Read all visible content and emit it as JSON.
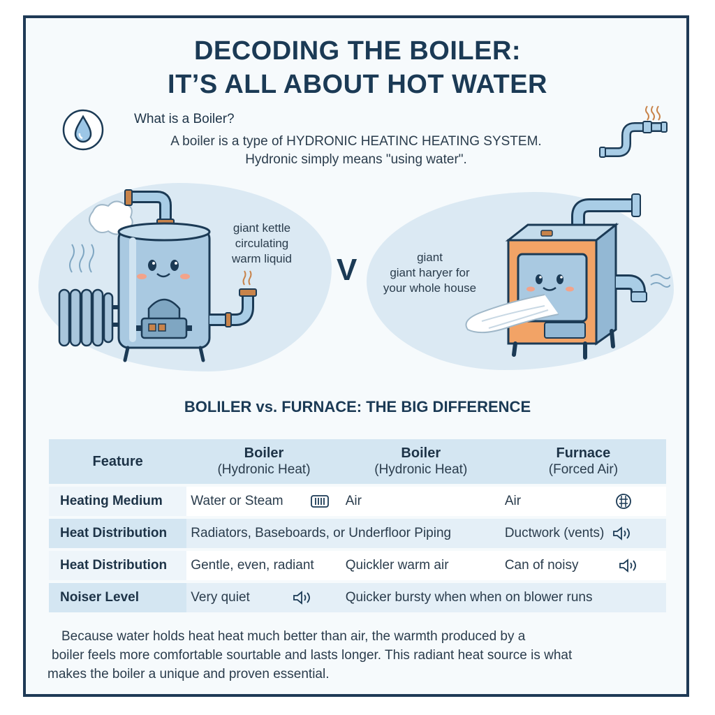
{
  "header": {
    "title_line1": "DECODING THE BOILER:",
    "title_line2": "IT’S ALL ABOUT HOT WATER"
  },
  "intro": {
    "question": "What is a Boiler?",
    "line1": "A boiler is a type of HYDRONIC HEATINC HEATING SYSTEM.",
    "line2": "Hydronic simply means \"using water\".",
    "icon": "water-drop-icon"
  },
  "illustrations": {
    "boiler_caption": [
      "giant kettle",
      "circulating",
      "warm liquid"
    ],
    "vs_label": "V",
    "furnace_caption": [
      "giant",
      "giant haryer for",
      "your whole house"
    ]
  },
  "comparison": {
    "heading": "BOLILER vs. FURNACE: THE BIG DIFFERENCE",
    "columns": [
      {
        "title": "Feature",
        "subtitle": ""
      },
      {
        "title": "Boiler",
        "subtitle": "(Hydronic Heat)"
      },
      {
        "title": "Boiler",
        "subtitle": "(Hydronic Heat)"
      },
      {
        "title": "Furnace",
        "subtitle": "(Forced Air)"
      }
    ],
    "rows": [
      {
        "feature": "Heating Medium",
        "c1": "Water or Steam",
        "c2": "Air",
        "c3": "Air"
      },
      {
        "feature": "Heat Distribution",
        "c1": "Radiators, Baseboards,  or Underfloor Piping",
        "c2": "",
        "c3": "Ductwork (vents)"
      },
      {
        "feature": "Heat Distribution",
        "c1": "Gentle, even, radiant",
        "c2": "Quickler  warm air",
        "c3": "Can of noisy"
      },
      {
        "feature": "Noiser Level",
        "c1": "Very quiet",
        "c2": "Quicker bursty when when on blower runs",
        "c3": ""
      }
    ]
  },
  "footer": {
    "line1": "Because water holds heat heat much better than air, the warmth produced by a",
    "line2": "boiler feels more comfortable sourtable and lasts longer. This radiant heat source is what",
    "line3": "makes the boiler a unique and proven essential."
  },
  "colors": {
    "navy": "#1b3a55",
    "light_blue": "#dbe9f3",
    "table_blue": "#d4e6f2",
    "copper": "#c8834a",
    "furnace_orange": "#f2a366"
  }
}
